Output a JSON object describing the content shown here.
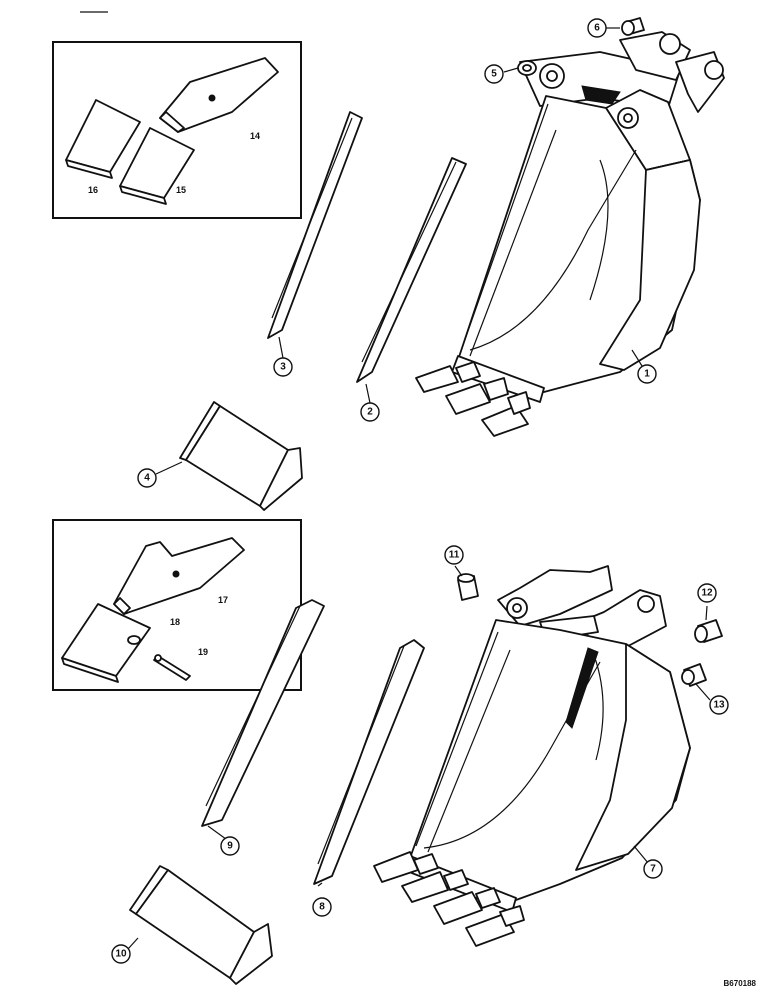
{
  "diagram": {
    "drawing_code": "B670188",
    "callouts": [
      "1",
      "2",
      "3",
      "4",
      "5",
      "6",
      "7",
      "8",
      "9",
      "10",
      "11",
      "12",
      "13"
    ],
    "inset_labels": [
      "14",
      "15",
      "16",
      "17",
      "18",
      "19"
    ]
  }
}
